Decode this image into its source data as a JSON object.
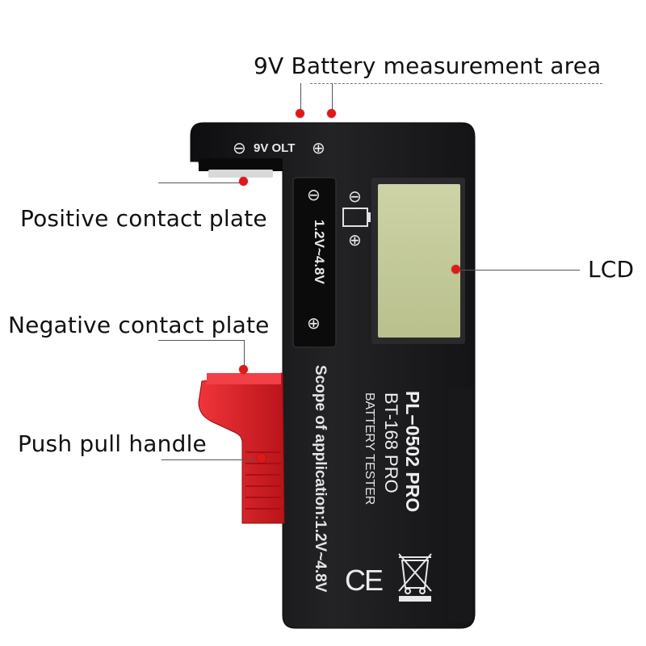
{
  "labels": {
    "nine_volt_area": "9V Battery measurement area",
    "positive_plate": "Positive contact plate",
    "lcd": "LCD",
    "negative_plate": "Negative contact plate",
    "push_pull_handle": "Push pull handle"
  },
  "device": {
    "olt_label": "9V OLT",
    "minus_symbol": "⊖",
    "plus_symbol": "⊕",
    "range_label": "1.2V~4.8V",
    "model_line_1": "PL−0502 PRO",
    "model_line_2": "BT-168 PRO",
    "product_type": "BATTERY TESTER",
    "scope_text": "Scope of application:1.2V~4.8V",
    "ce_mark": "CE"
  },
  "colors": {
    "body": "#1c1c1e",
    "lcd": "#c9cfa0",
    "handle": "#e2232a",
    "marker": "#e01818",
    "print": "#e8e8e8"
  }
}
